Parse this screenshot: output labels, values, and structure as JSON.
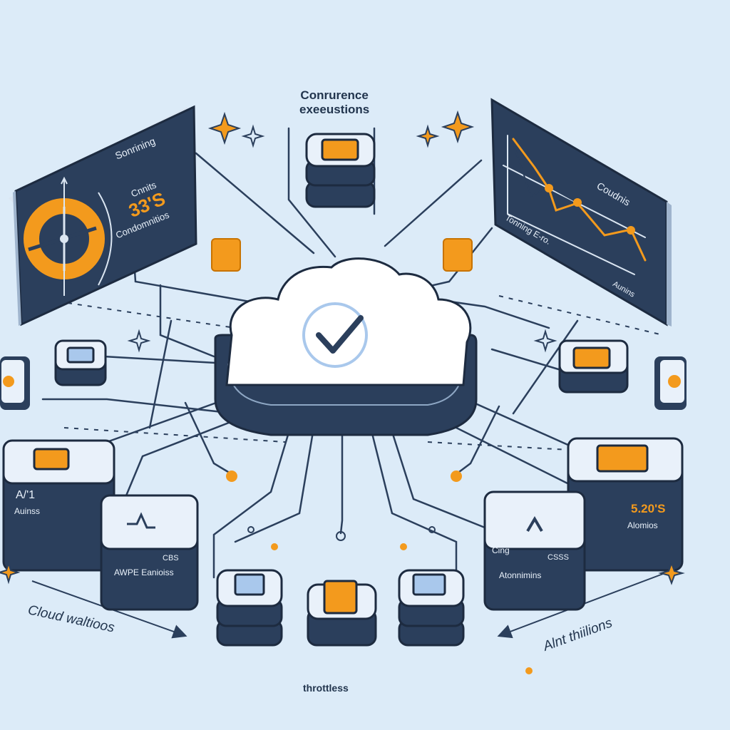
{
  "top": {
    "title_line1": "Conrurence",
    "title_line2": "exeeustions"
  },
  "left_panel": {
    "heading": "Sonrining",
    "subheading": "Cnnits",
    "metric": "33'S",
    "caption": "Condomnitios"
  },
  "right_panel": {
    "legend": "Coudnis",
    "series_label": "Tonning E-ro.",
    "axis_label": "Aunins"
  },
  "cloud": {
    "icon": "check-icon"
  },
  "boxes": {
    "left_front": {
      "title": "A/'1",
      "subtitle": "Auinss"
    },
    "left_mid": {
      "line1": "CBS",
      "line2": "AWPE Eanioiss"
    },
    "right_front": {
      "metric": "5.20'S",
      "caption": "Alomios"
    },
    "right_mid": {
      "line1": "Cing",
      "line2": "CSSS",
      "line3": "Atonnimins"
    }
  },
  "captions": {
    "bottom_left": "Cloud waltioos",
    "bottom_center": "throttless",
    "bottom_right": "Alnt thiilions"
  },
  "colors": {
    "background": "#dcebf8",
    "navy": "#2b3f5c",
    "orange": "#f39a1d",
    "light_blue": "#a9c8ec",
    "white": "#ffffff"
  }
}
